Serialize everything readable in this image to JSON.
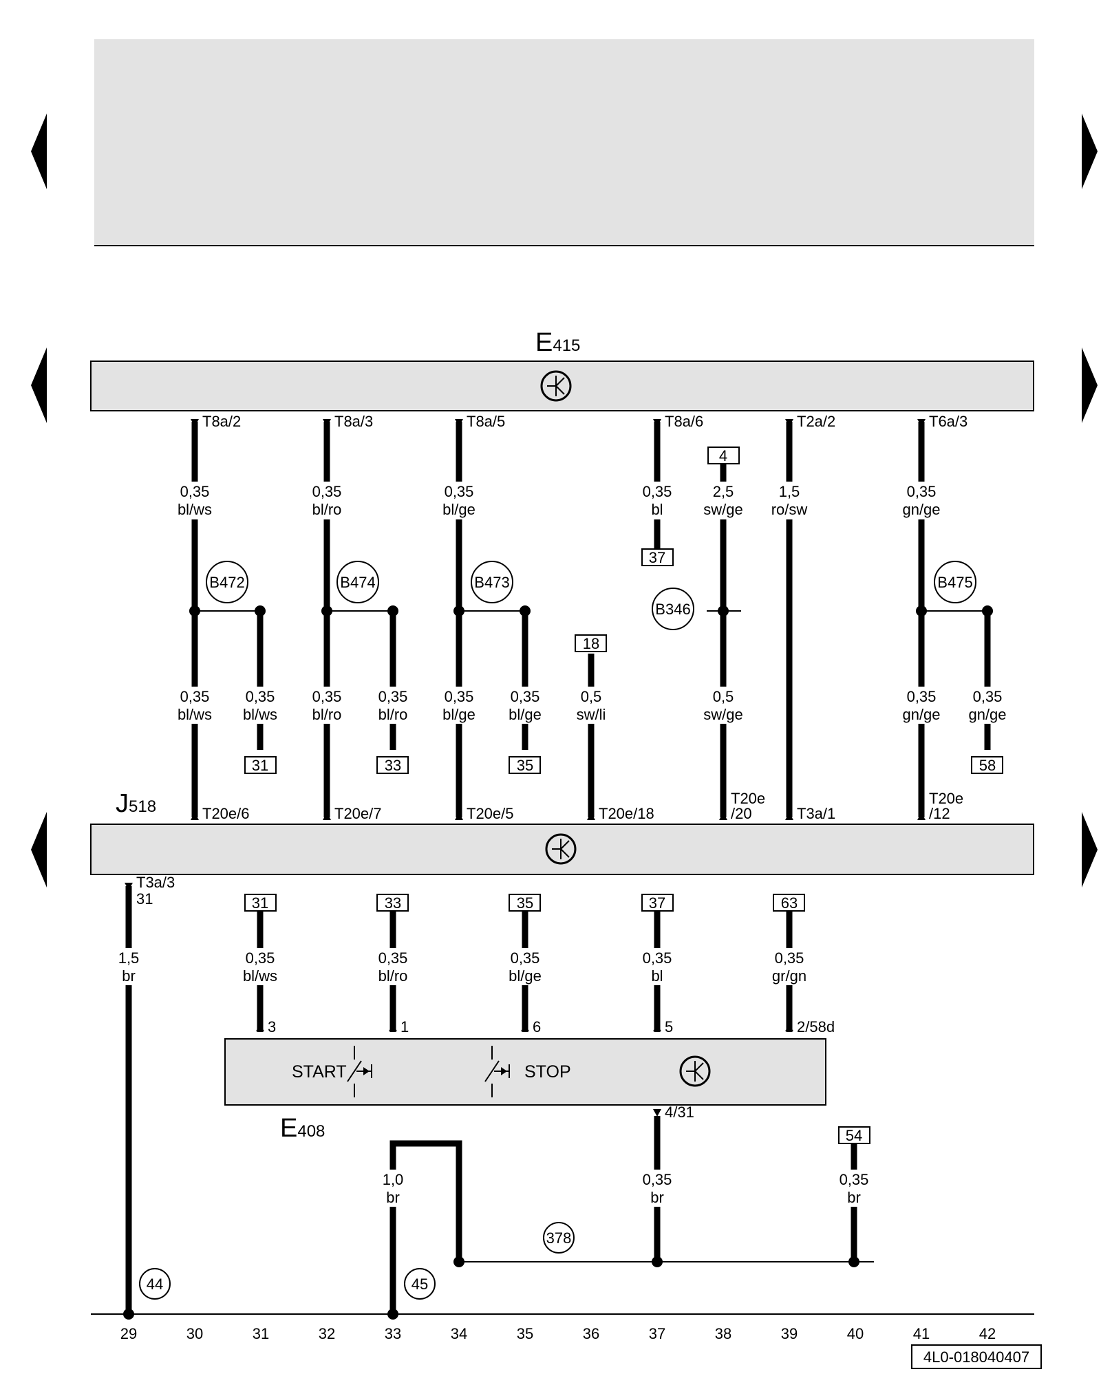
{
  "components": {
    "e415": {
      "name": "E",
      "sub": "415"
    },
    "j518": {
      "name": "J",
      "sub": "518"
    },
    "e408": {
      "name": "E",
      "sub": "408",
      "start_label": "START",
      "stop_label": "STOP"
    }
  },
  "pins": {
    "t8a2": "T8a/2",
    "t8a3": "T8a/3",
    "t8a5": "T8a/5",
    "t8a6": "T8a/6",
    "t2a2": "T2a/2",
    "t6a3": "T6a/3",
    "t20e6": "T20e/6",
    "t20e7": "T20e/7",
    "t20e5": "T20e/5",
    "t20e18": "T20e/18",
    "t20e": "T20e",
    "p20": "/20",
    "t3a1": "T3a/1",
    "p12": "/12",
    "t3a3": "T3a/3",
    "p31": "31",
    "e3": "3",
    "e1": "1",
    "e6": "6",
    "e5": "5",
    "e258d": "2/58d",
    "e431": "4/31"
  },
  "wires": {
    "w1": {
      "size": "0,35",
      "color": "bl/ws"
    },
    "w2": {
      "size": "0,35",
      "color": "bl/ro"
    },
    "w3": {
      "size": "0,35",
      "color": "bl/ge"
    },
    "w4": {
      "size": "0,35",
      "color": "bl"
    },
    "w5": {
      "size": "2,5",
      "color": "sw/ge"
    },
    "w6": {
      "size": "1,5",
      "color": "ro/sw"
    },
    "w7": {
      "size": "0,35",
      "color": "gn/ge"
    },
    "w8": {
      "size": "0,35",
      "color": "bl/ws"
    },
    "w9": {
      "size": "0,35",
      "color": "bl/ws"
    },
    "w10": {
      "size": "0,35",
      "color": "bl/ro"
    },
    "w11": {
      "size": "0,35",
      "color": "bl/ro"
    },
    "w12": {
      "size": "0,35",
      "color": "bl/ge"
    },
    "w13": {
      "size": "0,35",
      "color": "bl/ge"
    },
    "w14": {
      "size": "0,5",
      "color": "sw/li"
    },
    "w15": {
      "size": "0,5",
      "color": "sw/ge"
    },
    "w16": {
      "size": "0,35",
      "color": "gn/ge"
    },
    "w17": {
      "size": "0,35",
      "color": "gn/ge"
    },
    "w18": {
      "size": "1,5",
      "color": "br"
    },
    "w19": {
      "size": "0,35",
      "color": "bl/ws"
    },
    "w20": {
      "size": "0,35",
      "color": "bl/ro"
    },
    "w21": {
      "size": "0,35",
      "color": "bl/ge"
    },
    "w22": {
      "size": "0,35",
      "color": "bl"
    },
    "w23": {
      "size": "0,35",
      "color": "gr/gn"
    },
    "w24": {
      "size": "1,0",
      "color": "br"
    },
    "w25": {
      "size": "0,35",
      "color": "br"
    },
    "w26": {
      "size": "0,35",
      "color": "br"
    }
  },
  "refs": {
    "r4": "4",
    "r37a": "37",
    "r18": "18",
    "r31a": "31",
    "r33a": "33",
    "r35a": "35",
    "r58": "58",
    "r31b": "31",
    "r33b": "33",
    "r35b": "35",
    "r37b": "37",
    "r63": "63",
    "r54": "54"
  },
  "connections": {
    "b472": "B472",
    "b474": "B474",
    "b473": "B473",
    "b346": "B346",
    "b475": "B475",
    "g44": "44",
    "g45": "45",
    "g378": "378"
  },
  "tracks": [
    "29",
    "30",
    "31",
    "32",
    "33",
    "34",
    "35",
    "36",
    "37",
    "38",
    "39",
    "40",
    "41",
    "42"
  ],
  "doc_code": "4L0-018040407"
}
